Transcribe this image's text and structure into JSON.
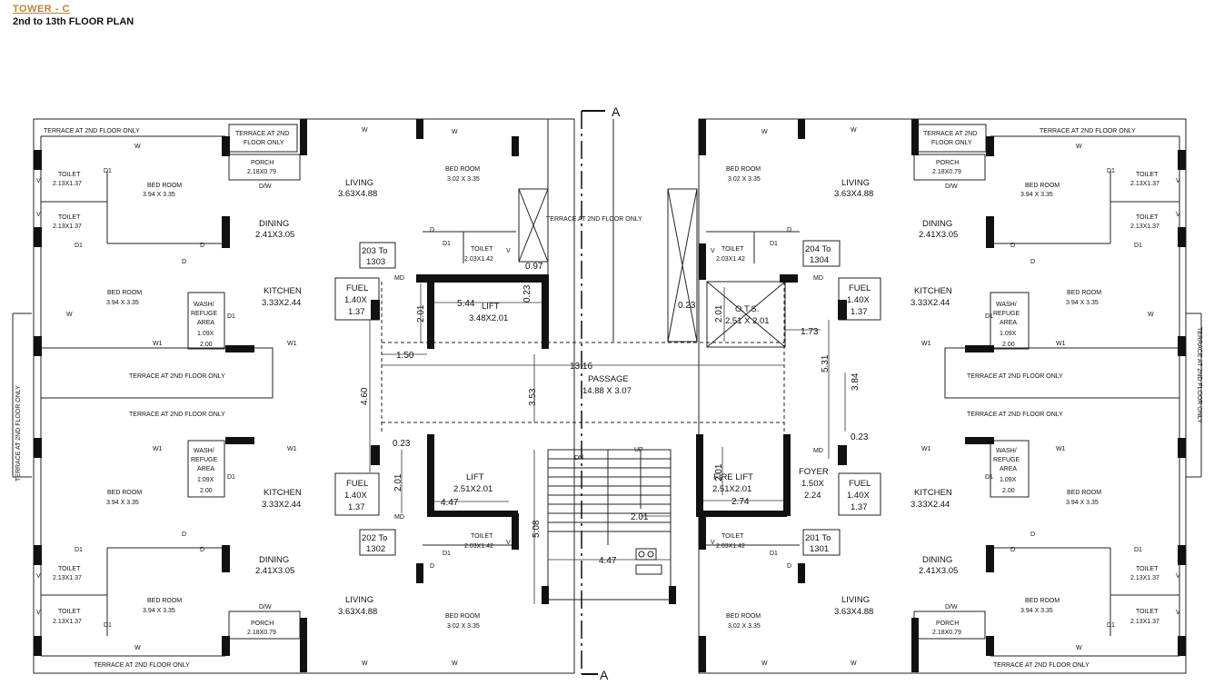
{
  "header": {
    "tower": "TOWER - C",
    "subtitle": "2nd to 13th FLOOR PLAN"
  },
  "labels": {
    "terrace_2nd_only": "TERRACE AT 2ND FLOOR ONLY",
    "terrace_2nd_l1": "TERRACE AT 2ND",
    "terrace_2nd_l2": "FLOOR ONLY",
    "section_marker": "A",
    "passage_name": "PASSAGE",
    "passage_size": "14.88 X 3.07",
    "lift_name": "LIFT",
    "lift_top_size": "3.48X2.01",
    "lift_bottom_size": "2.51X2.01",
    "fire_lift_name": "FIRE LIFT",
    "fire_lift_size": "2.51X2.01",
    "foyer_name": "FOYER",
    "foyer_size": "1.50X",
    "foyer_size2": "2.24",
    "ots_name": "O.T.S.",
    "ots_size": "2.51 X 2.01",
    "stair_dn": "DN",
    "stair_up": "UP",
    "w": "W",
    "w1": "W1",
    "d": "D",
    "d1": "D1",
    "dw": "D/W",
    "md": "MD",
    "v": "V"
  },
  "rooms": {
    "toilet": "TOILET",
    "toilet_size": "2.13X1.37",
    "bed_room": "BED ROOM",
    "bed_room_a_size": "3.94 X 3.35",
    "bed_room_b_size": "3.02 X 3.35",
    "living": "LIVING",
    "living_size": "3.63X4.88",
    "dining": "DINING",
    "dining_size": "2.41X3.05",
    "kitchen": "KITCHEN",
    "kitchen_size": "3.33X2.44",
    "porch": "PORCH",
    "porch_size": "2.18X0.79",
    "fuel": "FUEL",
    "fuel_size1": "1.40X",
    "fuel_size2": "1.37",
    "wash1": "WASH/",
    "wash2": "REFUGE",
    "wash3": "AREA",
    "wash4": "1.09X",
    "wash5": "2.00",
    "toilet_small_size": "2.03X1.42"
  },
  "units": {
    "u203_a": "203 To",
    "u203_b": "1303",
    "u204_a": "204 To",
    "u204_b": "1304",
    "u202_a": "202 To",
    "u202_b": "1302",
    "u201_a": "201 To",
    "u201_b": "1301"
  },
  "dimensions": {
    "d544": "5.44",
    "d023": "0.23",
    "d097": "0.97",
    "d201": "2.01",
    "d150": "1.50",
    "d1316": "13.16",
    "d353": "3.53",
    "d460": "4.60",
    "d447": "4.47",
    "d508": "5.08",
    "d274": "2.74",
    "d531": "5.31",
    "d384": "3.84",
    "d173": "1.73"
  }
}
